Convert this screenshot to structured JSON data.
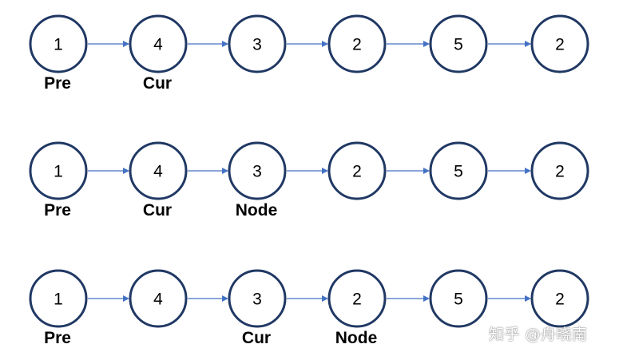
{
  "rows": [
    {
      "nodes": [
        "1",
        "4",
        "3",
        "2",
        "5",
        "2"
      ],
      "labels": [
        {
          "node": 0,
          "text": "Pre"
        },
        {
          "node": 1,
          "text": "Cur"
        }
      ]
    },
    {
      "nodes": [
        "1",
        "4",
        "3",
        "2",
        "5",
        "2"
      ],
      "labels": [
        {
          "node": 0,
          "text": "Pre"
        },
        {
          "node": 1,
          "text": "Cur"
        },
        {
          "node": 2,
          "text": "Node"
        }
      ]
    },
    {
      "nodes": [
        "1",
        "4",
        "3",
        "2",
        "5",
        "2"
      ],
      "labels": [
        {
          "node": 0,
          "text": "Pre"
        },
        {
          "node": 2,
          "text": "Cur"
        },
        {
          "node": 3,
          "text": "Node"
        }
      ]
    }
  ],
  "colors": {
    "node_stroke": "#203864",
    "arrow": "#4472c4"
  },
  "watermark": "知乎 @舟晓南"
}
